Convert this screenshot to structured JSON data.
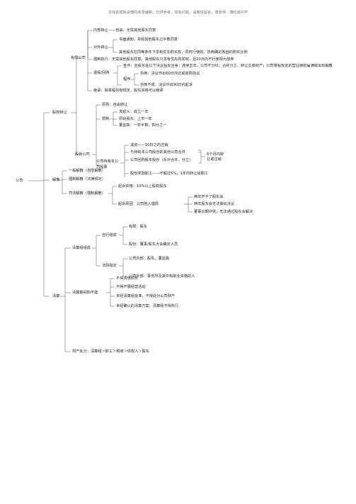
{
  "header": "本体系模板由傅鸣收录编制，仅供参考。如有问题，请微信留言，傅老师：傅鸣成问学",
  "root": "公司",
  "nodes": [
    {
      "id": "n_guquan",
      "text": "股权转让"
    },
    {
      "id": "n_youxian",
      "text": "有限公司"
    },
    {
      "id": "n_neibu",
      "text": "内部转让——自由，无需其他股东同意"
    },
    {
      "id": "n_duiwai",
      "text": "对外转让"
    },
    {
      "id": "n_shumian",
      "text": "书面通知，并经其他股东过半数同意"
    },
    {
      "id": "n_qita",
      "text": "其他股东在同等条件下享有优先购买权，同时行使的，协商确定各自的购买比例"
    },
    {
      "id": "n_qiangzhi",
      "text": "强制执行：无需其他股东同意，其他股东只享有优先购买权，且20日内不行使视为放弃"
    },
    {
      "id": "n_huigou",
      "text": "退股/回购"
    },
    {
      "id": "n_tiaojian",
      "text": "条件：对股东会以下决议投反对票：连续五年，公司不分红；合并分立、转让主要财产；公司章程规定的营业期限届满或出现解散事由，股东会通过决议修改章程使公司存续"
    },
    {
      "id": "n_xieshang",
      "text": "协商：决议作出60日内达成收购协议"
    },
    {
      "id": "n_chengxu",
      "text": "程序"
    },
    {
      "id": "n_susong",
      "text": "协商不成：决议作出90日内起诉"
    },
    {
      "id": "n_jicheng",
      "text": "继承：除章程另有规定，股东资格可以继承"
    },
    {
      "id": "n_gufen",
      "text": "股份公司"
    },
    {
      "id": "n_yuanze",
      "text": "原则：自由转让"
    },
    {
      "id": "n_xianzhi",
      "text": "限制"
    },
    {
      "id": "n_faqi",
      "text": "发起人：成立一年"
    },
    {
      "id": "n_shangshi",
      "text": "原始股东：上市一年"
    },
    {
      "id": "n_dongjiangao",
      "text": "董监高：一年半数，四分之一"
    },
    {
      "id": "n_chiyou",
      "text": "公司持有本公司股票"
    },
    {
      "id": "n_jianzi",
      "text": "减资——10日之内注销"
    },
    {
      "id": "n_hebing",
      "text": "与持有本公司股份的其他公司合并"
    },
    {
      "id": "n_yiyi",
      "text": "公司回购股东股份（反对合并、分立）"
    },
    {
      "id": "n_liuge",
      "text": "6个月内转让或注销"
    },
    {
      "id": "n_jili",
      "text": "股份奖励职工——不超过5%，1年内转让给职工"
    },
    {
      "id": "n_jiesan",
      "text": "解散"
    },
    {
      "id": "n_yiban",
      "text": "一般解散（自愿解散）"
    },
    {
      "id": "n_qiangzhijiesan",
      "text": "强制解散（法律规定）"
    },
    {
      "id": "n_sifa",
      "text": "司法解散（强制解散）"
    },
    {
      "id": "n_zige",
      "text": "起诉资格：10%以上股权股东"
    },
    {
      "id": "n_liangnian",
      "text": "两年开不了股东会"
    },
    {
      "id": "n_qisu",
      "text": "起诉原因：公司陷入僵局"
    },
    {
      "id": "n_liangnianjueyi",
      "text": "两年股东会无法做出决议"
    },
    {
      "id": "n_dongshi",
      "text": "董事长期冲突，无法通过股东会解决"
    },
    {
      "id": "n_qingsuan",
      "text": "清算"
    },
    {
      "id": "n_zucheng",
      "text": "清算组组成"
    },
    {
      "id": "n_zixing",
      "text": "自行组成"
    },
    {
      "id": "n_youxianqs",
      "text": "有限：股东"
    },
    {
      "id": "n_gufenqs",
      "text": "股份：董事/股东大会确定人员"
    },
    {
      "id": "n_faxuan",
      "text": "法院指定"
    },
    {
      "id": "n_gongsi",
      "text": "公司内部：股东、董监高"
    },
    {
      "id": "n_waibu",
      "text": "公司外部：事务所及其中有职业资格的人"
    },
    {
      "id": "n_jinzhi",
      "text": "清算期间四不能"
    },
    {
      "id": "n_buneng1",
      "text": "不得清偿债务"
    },
    {
      "id": "n_buneng2",
      "text": "不得开展经营活动"
    },
    {
      "id": "n_buneng3",
      "text": "未经清算组批准，不得处分公司财产"
    },
    {
      "id": "n_buneng4",
      "text": "未经确认的清算方案，清算组不得执行"
    },
    {
      "id": "n_caichan",
      "text": "财产处分：清算组＞职工＞税收＞债权人＞股东"
    }
  ]
}
